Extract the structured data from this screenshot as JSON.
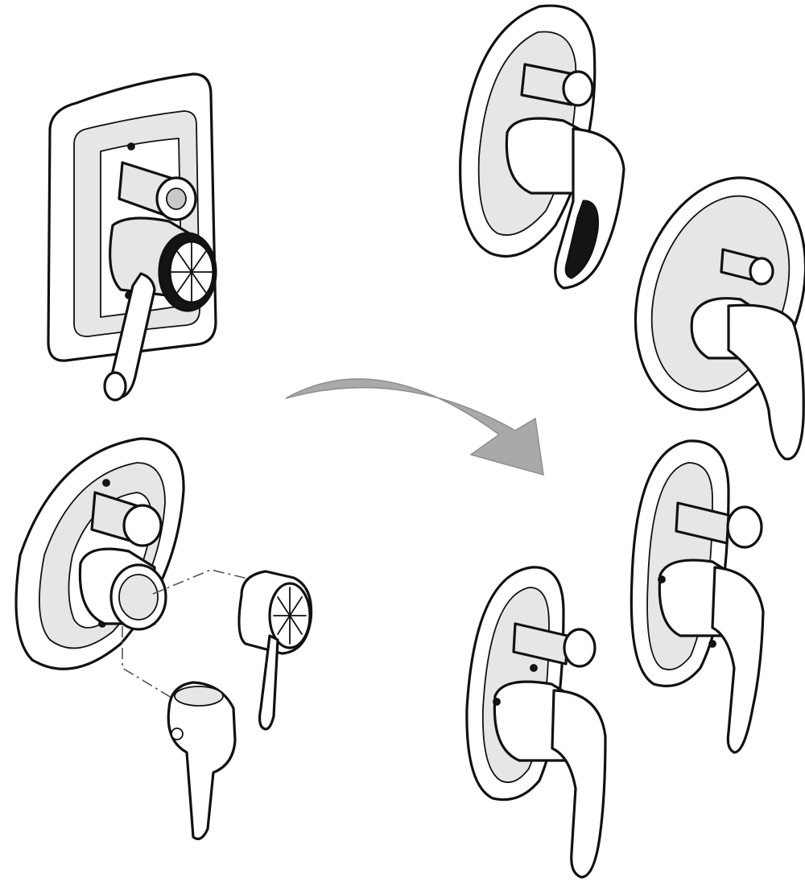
{
  "diagram": {
    "background": "#ffffff",
    "ink_color": "#111111",
    "chrome_shade": "#e6e6e6",
    "arrow_color": "#a9a9a9",
    "items": [
      {
        "id": "old-square-mixer",
        "icon": "square-plate-mixer-icon"
      },
      {
        "id": "stripped-oval-mixer",
        "icon": "oval-plate-rough-valve-icon"
      },
      {
        "id": "new-lever-cap",
        "icon": "lever-cap-icon"
      },
      {
        "id": "new-lever-handle",
        "icon": "lever-handle-icon"
      },
      {
        "id": "upgrade-arrow",
        "icon": "curved-arrow-icon"
      },
      {
        "id": "option-loop-lever",
        "icon": "oval-plate-loop-lever-icon"
      },
      {
        "id": "option-paddle-lever",
        "icon": "round-plate-paddle-lever-icon"
      },
      {
        "id": "option-curved-lever-right",
        "icon": "oval-plate-curved-lever-icon"
      },
      {
        "id": "option-curved-lever-left",
        "icon": "oval-plate-curved-lever-icon"
      }
    ]
  }
}
